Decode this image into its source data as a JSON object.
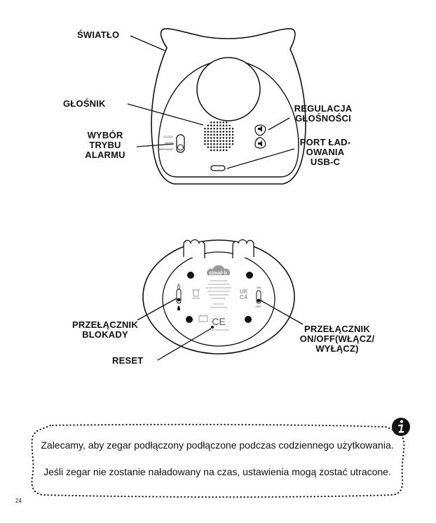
{
  "labels": {
    "light": "ŚWIATŁO",
    "speaker": "GŁOŚNIK",
    "alarm_mode": [
      "WYBÓR",
      "TRYBU",
      "ALARMU"
    ],
    "volume": [
      "REGULACJA",
      "GŁOŚNOŚCI"
    ],
    "charging_port": [
      "PORT ŁAD-",
      "OWANIA",
      "USB-C"
    ],
    "lock_switch": [
      "PRZEŁĄCZNIK",
      "BLOKADY"
    ],
    "reset": "RESET",
    "power_switch": [
      "PRZEŁĄCZNIK",
      "ON/OFF(WŁĄCZ/",
      "WYŁĄCZ)"
    ]
  },
  "device_marks": {
    "mode_options": [
      "CLOCK",
      "WEEK",
      "WEEKEND"
    ],
    "power_on": "ON",
    "power_off": "OFF",
    "brand": "cloud·b",
    "ukca": [
      "UK",
      "CA"
    ],
    "ce": "CE"
  },
  "note": {
    "paragraph1": "Zalecamy, aby zegar podłączony podłączone podczas codziennego użytkowania.",
    "paragraph2": "Jeśli zegar nie zostanie naładowany na czas, ustawienia mogą zostać utracone.",
    "icon": "info-icon"
  },
  "page_number": "24",
  "colors": {
    "ink": "#111111",
    "background": "#ffffff"
  }
}
